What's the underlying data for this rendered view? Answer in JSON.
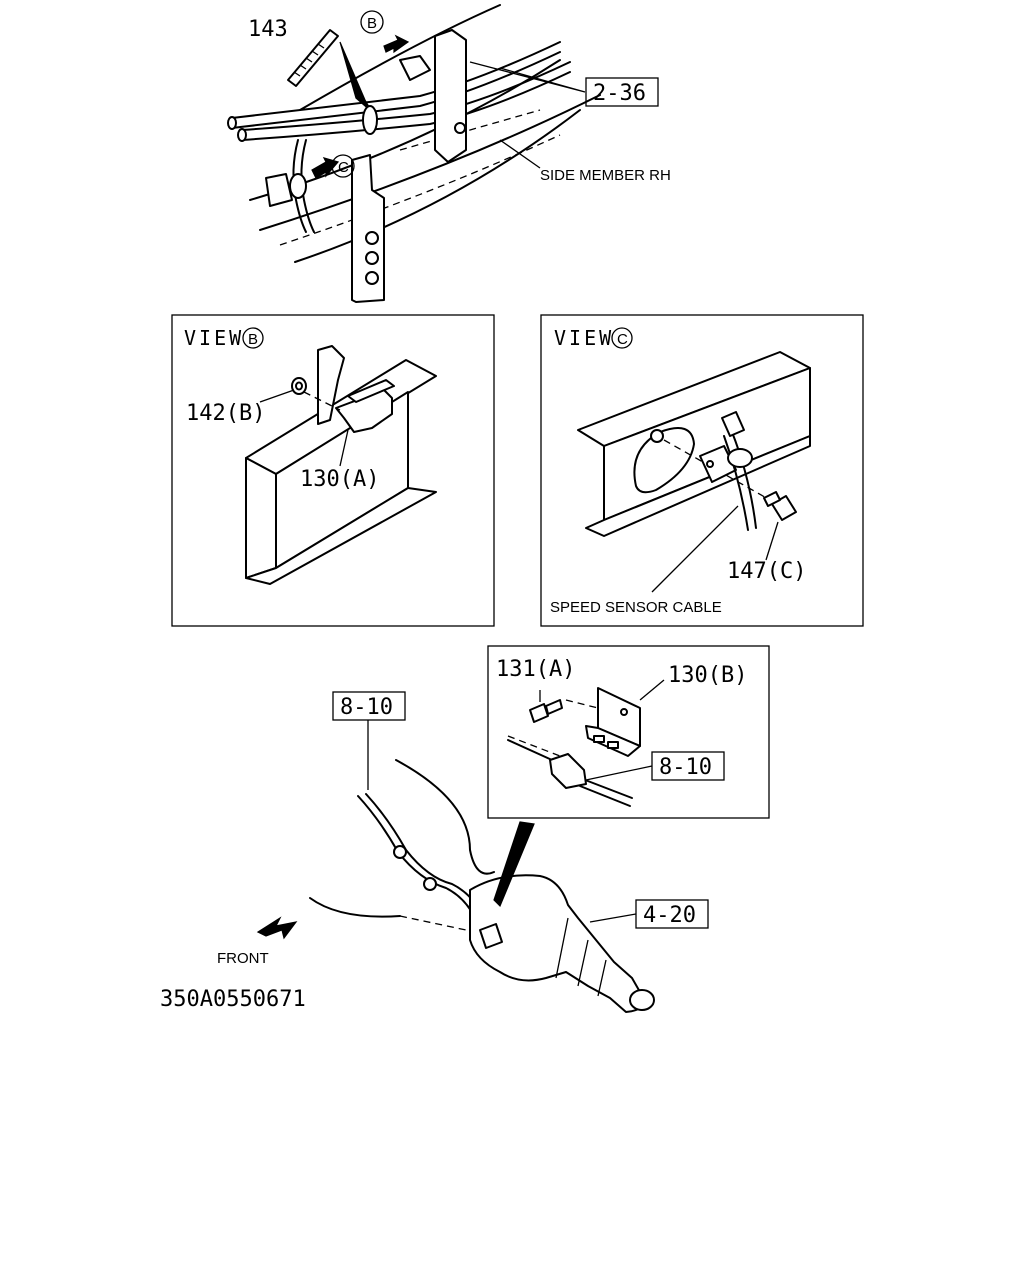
{
  "diagram": {
    "callouts": {
      "c143": "143",
      "c2_36": "2-36",
      "c142b": "142(B)",
      "c130a": "130(A)",
      "c147c": "147(C)",
      "c131a": "131(A)",
      "c130b": "130(B)",
      "c8_10_left": "8-10",
      "c8_10_inset": "8-10",
      "c4_20": "4-20"
    },
    "view_markers": {
      "b": "B",
      "c": "C"
    },
    "views": {
      "view_b_label": "VIEW",
      "view_b_letter": "B",
      "view_c_label": "VIEW",
      "view_c_letter": "C"
    },
    "captions": {
      "side_member": "SIDE MEMBER RH",
      "speed_sensor_cable": "SPEED SENSOR CABLE",
      "front": "FRONT"
    },
    "drawing_id": "350A0550671"
  }
}
